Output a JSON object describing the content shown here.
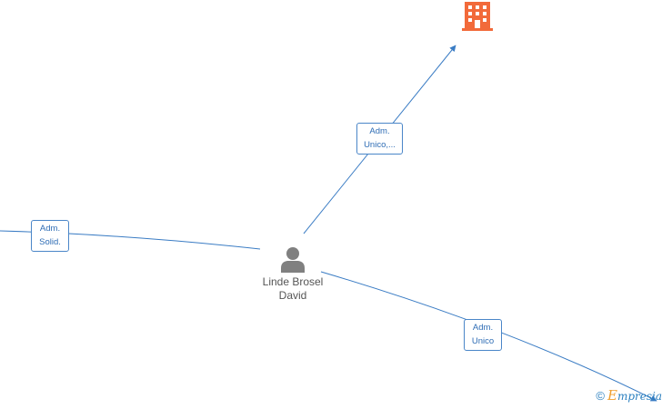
{
  "diagram": {
    "person": {
      "name_line1": "Linde Brosel",
      "name_line2": "David",
      "icon": "person-icon",
      "color": "#808080"
    },
    "company": {
      "icon": "building-icon",
      "color": "#f26a3a"
    },
    "edge_color": "#3a7cc4",
    "edges": [
      {
        "label_line1": "Adm.",
        "label_line2": "Unico,..."
      },
      {
        "label_line1": "Adm.",
        "label_line2": "Solid."
      },
      {
        "label_line1": "Adm.",
        "label_line2": "Unico"
      }
    ]
  },
  "footer": {
    "copyright_symbol": "©",
    "brand_first": "E",
    "brand_rest": "mpresia"
  }
}
